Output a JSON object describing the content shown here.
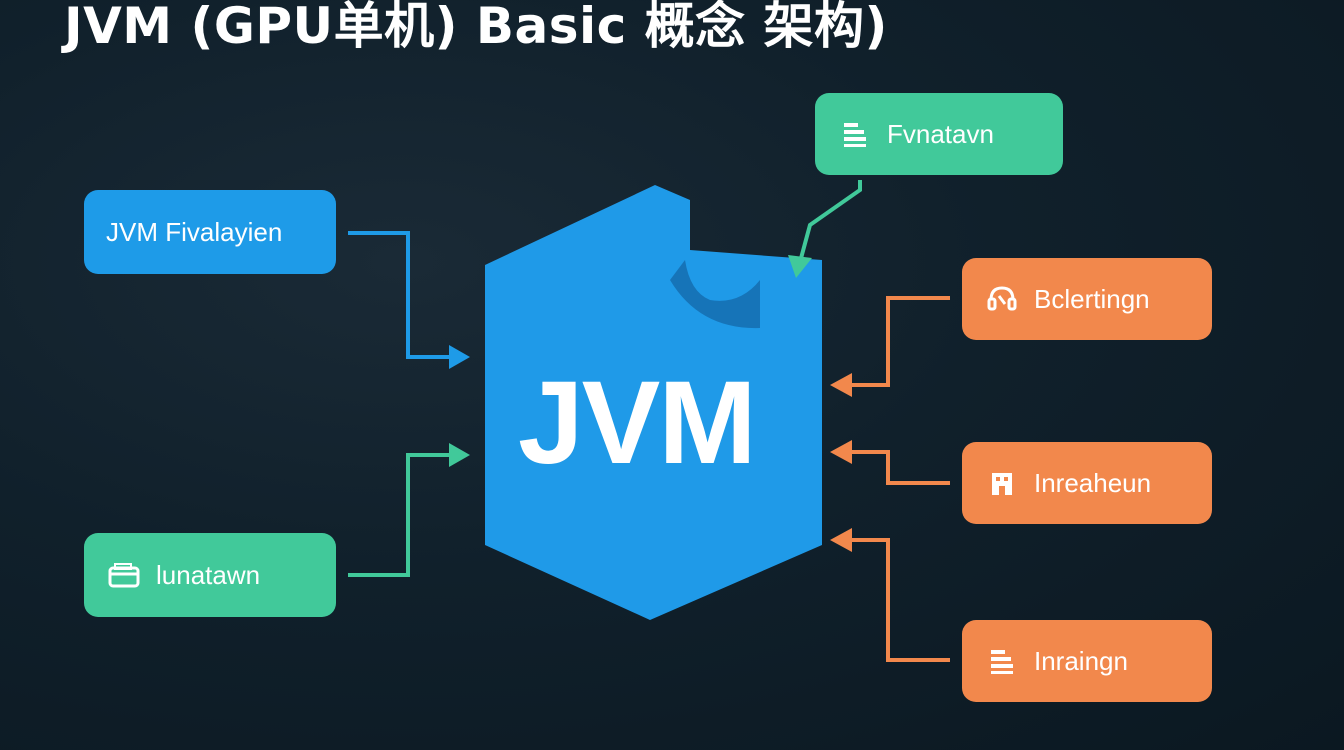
{
  "title": "JVM (GPU单机) Basic 概念 架构)",
  "center": {
    "label": "JVM"
  },
  "nodes": {
    "top_right": "Fvnatavn",
    "left_top": "JVM Fivalayien",
    "left_bottom": "lunatawn",
    "right_1": "Bclertingn",
    "right_2": "Inreaheun",
    "right_3": "Inraingn"
  },
  "colors": {
    "background": "#10202b",
    "blue": "#1e9be8",
    "green": "#41c99a",
    "orange": "#f2884c"
  }
}
